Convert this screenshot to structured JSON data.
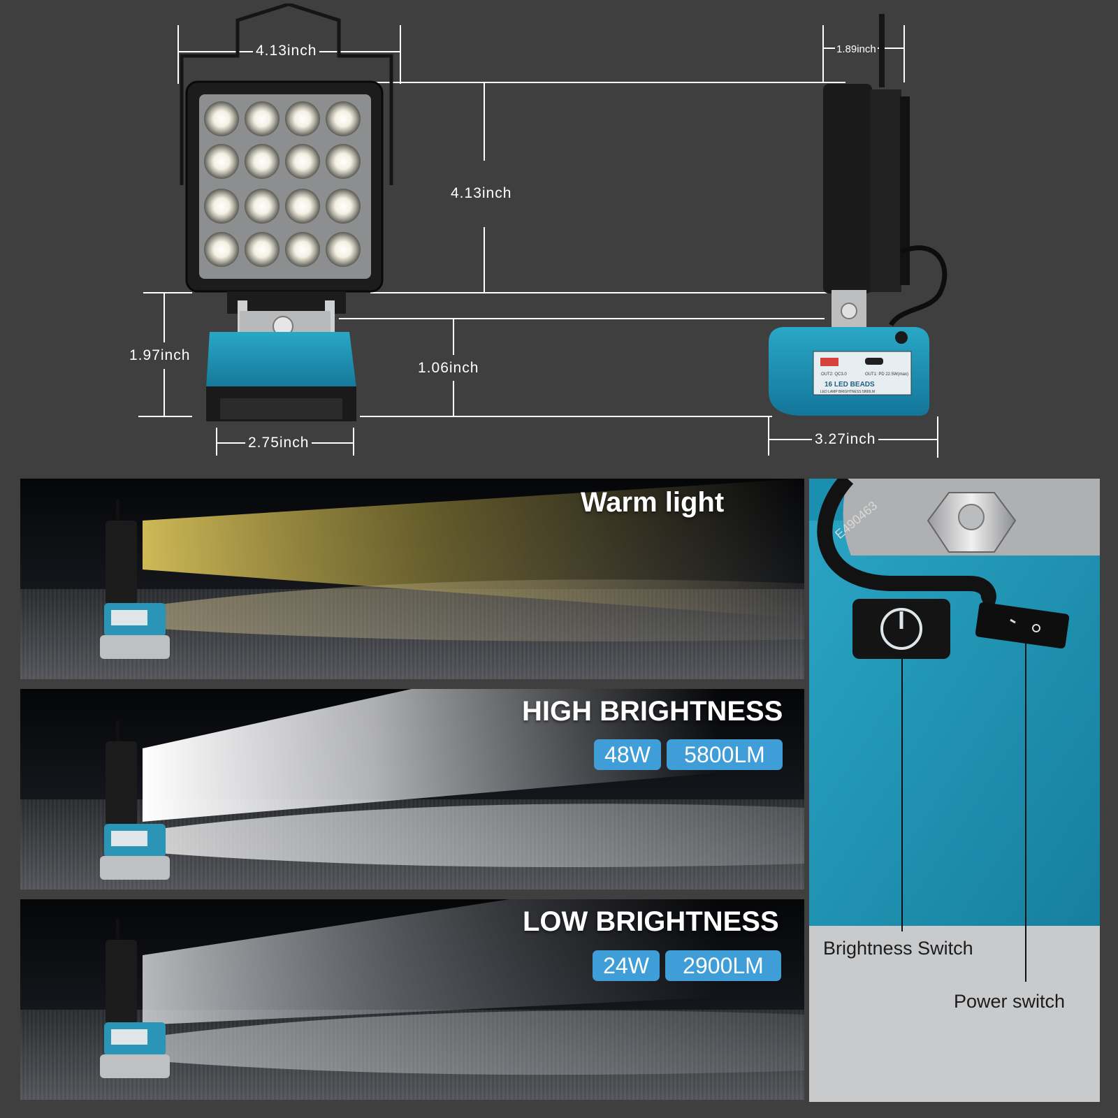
{
  "dimensions": {
    "front_width": "4.13inch",
    "side_depth": "1.89inch",
    "lamp_height": "4.13inch",
    "base_height": "1.97inch",
    "base_offset": "1.06inch",
    "base_width": "2.75inch",
    "base_length": "3.27inch"
  },
  "side_panel": {
    "port1": "OUT2: QC3.0",
    "port2": "OUT1: PD 22.5W(max)",
    "beads": "16 LED BEADS",
    "spec": "LED LAMP BRIGHTNESS 5800LM"
  },
  "modes": {
    "warm": {
      "title": "Warm light"
    },
    "high": {
      "title": "HIGH BRIGHTNESS",
      "watt": "48W",
      "lumen": "5800LM"
    },
    "low": {
      "title": "LOW BRIGHTNESS",
      "watt": "24W",
      "lumen": "2900LM"
    }
  },
  "closeup": {
    "cable_text": "E490463",
    "brightness_switch": "Brightness Switch",
    "power_switch": "Power switch"
  },
  "colors": {
    "background": "#3f3f3f",
    "teal": "#1e8fb0",
    "badge": "#3f9ed8",
    "warm_beam": "#c9b24a"
  }
}
